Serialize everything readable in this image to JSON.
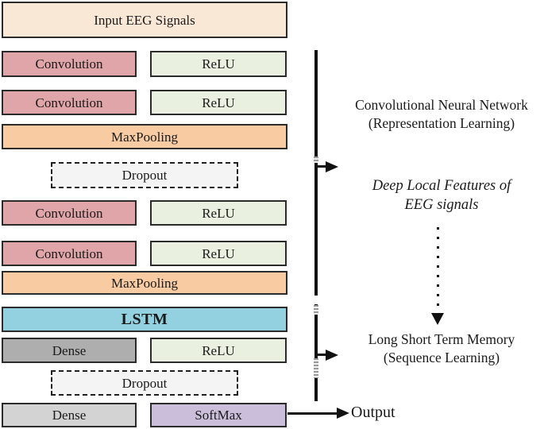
{
  "palette": {
    "border": "#2b2b2b",
    "input": "#FAE8D6",
    "convolution": "#E0A5A8",
    "relu": "#E9F0E0",
    "maxpooling": "#F8CBA3",
    "dropout": "#F4F4F4",
    "lstm": "#93D0E0",
    "dense_dark": "#AEAEAE",
    "dense_light": "#D3D3D3",
    "softmax": "#CBBEDB",
    "line": "#111111"
  },
  "layers": [
    {
      "label": "Input EEG Signals",
      "color": "#FAE8D6"
    },
    {
      "left": {
        "label": "Convolution",
        "color": "#E0A5A8"
      },
      "right": {
        "label": "ReLU",
        "color": "#E9F0E0"
      }
    },
    {
      "left": {
        "label": "Convolution",
        "color": "#E0A5A8"
      },
      "right": {
        "label": "ReLU",
        "color": "#E9F0E0"
      }
    },
    {
      "label": "MaxPooling",
      "color": "#F8CBA3"
    },
    {
      "label": "Dropout",
      "color": "#F4F4F4"
    },
    {
      "left": {
        "label": "Convolution",
        "color": "#E0A5A8"
      },
      "right": {
        "label": "ReLU",
        "color": "#E9F0E0"
      }
    },
    {
      "left": {
        "label": "Convolution",
        "color": "#E0A5A8"
      },
      "right": {
        "label": "ReLU",
        "color": "#E9F0E0"
      }
    },
    {
      "label": "MaxPooling",
      "color": "#F8CBA3"
    },
    {
      "label": "LSTM",
      "color": "#93D0E0"
    },
    {
      "left": {
        "label": "Dense",
        "color": "#AEAEAE"
      },
      "right": {
        "label": "ReLU",
        "color": "#E9F0E0"
      }
    },
    {
      "label": "Dropout",
      "color": "#F4F4F4"
    },
    {
      "left": {
        "label": "Dense",
        "color": "#D3D3D3"
      },
      "right": {
        "label": "SoftMax",
        "color": "#CBBEDB"
      }
    }
  ],
  "annotations": {
    "cnn_block": {
      "line1": "Convolutional Neural Network",
      "line2": "(Representation Learning)"
    },
    "cnn_features": {
      "line1": "Deep Local Features of",
      "line2": "EEG signals"
    },
    "lstm_block": {
      "line1": "Long Short Term Memory",
      "line2": "(Sequence Learning)"
    },
    "output_label": "Output"
  }
}
